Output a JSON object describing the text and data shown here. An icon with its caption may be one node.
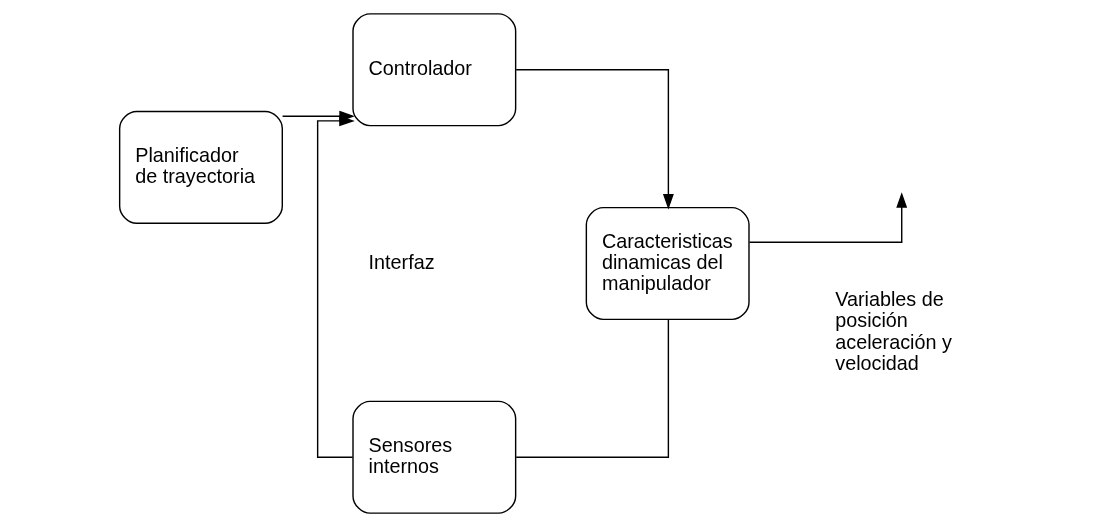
{
  "diagram": {
    "nodes": [
      {
        "text": [
          "Planificador de trayectoria"
        ]
      },
      {
        "text": [
          "Controlador"
        ]
      },
      {
        "text": [
          "Caracteristicas dinamicas del manipulador"
        ]
      },
      {
        "text": [
          "Sensores internos"
        ]
      }
    ],
    "edges": [
      {
        "from": 0,
        "to": 1,
        "arrow": "to"
      },
      {
        "from": 1,
        "to": 2,
        "arrow": "to"
      },
      {
        "from": 2,
        "to": null,
        "arrow": "to"
      },
      {
        "from": 2,
        "to": 3,
        "arrow": "none"
      },
      {
        "from": 3,
        "to": 1,
        "arrow": "to"
      }
    ],
    "labels": [
      "Variables de posición aceleración y velocidad",
      "Interfaz"
    ]
  }
}
